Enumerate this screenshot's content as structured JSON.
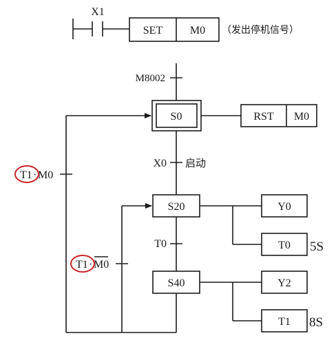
{
  "ladder": {
    "contact_label": "X1",
    "instr_set": "SET",
    "instr_operand": "M0",
    "note": "（发出停机信号）"
  },
  "sfc": {
    "init_transition": "M8002",
    "initial_step": "S0",
    "s0_action_instr": "RST",
    "s0_action_operand": "M0",
    "trans_start_cond": "X0",
    "trans_start_text": "启动",
    "step_s20": "S20",
    "s20_action_1": "Y0",
    "s20_action_2": "T0",
    "s20_time": "5S",
    "trans_t0": "T0",
    "step_s40": "S40",
    "s40_action_1": "Y2",
    "s40_action_2": "T1",
    "s40_time": "8S",
    "loop_s0": {
      "first": "T1",
      "dot": "·",
      "second": "M0"
    },
    "loop_s20": {
      "first": "T1",
      "dot": "·",
      "second": "M0"
    }
  },
  "colors": {
    "line": "#1a1a1a",
    "highlight": "#c8262a"
  }
}
